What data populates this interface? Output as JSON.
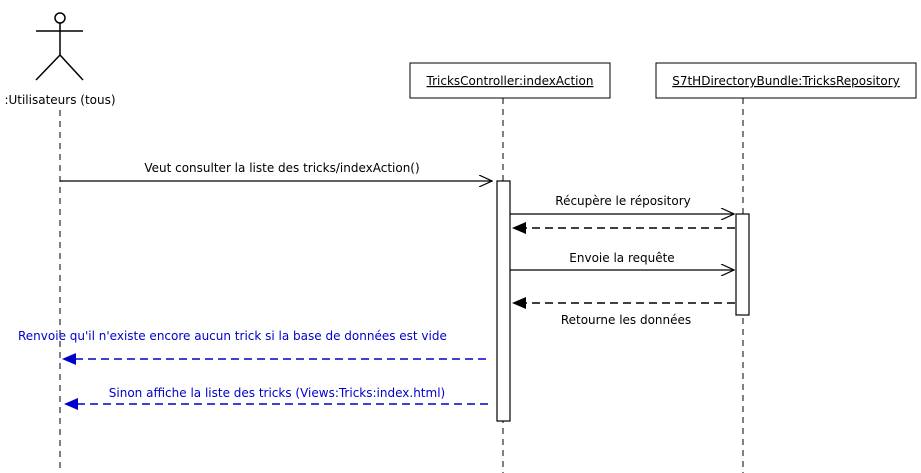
{
  "participants": {
    "actor_label": ":Utilisateurs (tous)",
    "controller": "TricksController:indexAction",
    "repository": "S7tHDirectoryBundle:TricksRepository"
  },
  "messages": {
    "m1": "Veut consulter la liste des tricks/indexAction()",
    "m2": "Récupère le répository",
    "m3": "Envoie la requête",
    "m4": "Retourne les données",
    "m5": "Renvoie qu'il n'existe encore aucun trick si la base de données est vide",
    "m6": "Sinon affiche la liste des tricks (Views:Tricks:index.html)"
  },
  "colors": {
    "line": "#000000",
    "alt_return": "#0000cc"
  }
}
